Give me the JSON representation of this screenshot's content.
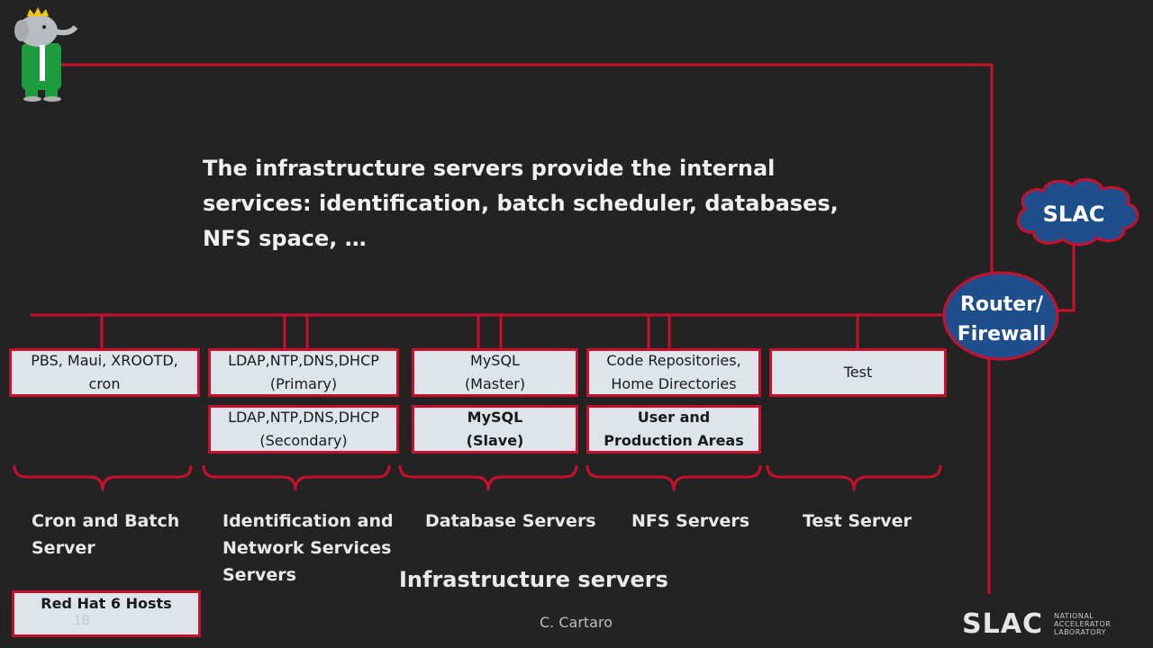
{
  "intro": "The infrastructure servers provide the internal services: identification, batch scheduler, databases, NFS space, …",
  "network": {
    "cloud_label": "SLAC",
    "router_line1": "Router/",
    "router_line2": "Firewall"
  },
  "servers": {
    "cron": {
      "line1": "PBS, Maui, XROOTD,",
      "line2": "cron"
    },
    "ldap_primary": {
      "line1": "LDAP,NTP,DNS,DHCP",
      "line2": "(Primary)"
    },
    "ldap_secondary": {
      "line1": "LDAP,NTP,DNS,DHCP",
      "line2": "(Secondary)"
    },
    "mysql_master": {
      "line1": "MySQL",
      "line2": "(Master)"
    },
    "mysql_slave": {
      "line1": "MySQL",
      "line2": "(Slave)"
    },
    "code_repos": {
      "line1": "Code Repositories,",
      "line2": "Home Directories"
    },
    "user_areas": {
      "line1": "User and",
      "line2": "Production  Areas"
    },
    "test": {
      "line1": "Test"
    }
  },
  "groups": {
    "cron": {
      "line1": "Cron and Batch",
      "line2": "Server"
    },
    "ident": {
      "line1": "Identification and",
      "line2": "Network Services",
      "line3": "Servers"
    },
    "database": {
      "line1": "Database Servers"
    },
    "nfs": {
      "line1": "NFS Servers"
    },
    "test": {
      "line1": "Test Server"
    }
  },
  "legend": {
    "label": "Red Hat 6 Hosts",
    "page_number": "18"
  },
  "footer": {
    "title": "Infrastructure servers",
    "author": "C. Cartaro"
  },
  "logo": {
    "mark": "SLAC",
    "sub1": "NATIONAL",
    "sub2": "ACCELERATOR",
    "sub3": "LABORATORY"
  },
  "colors": {
    "wire": "#c8102e",
    "node_fill": "#1f4e8c",
    "box_fill": "#dde4ea",
    "background": "#232323"
  }
}
